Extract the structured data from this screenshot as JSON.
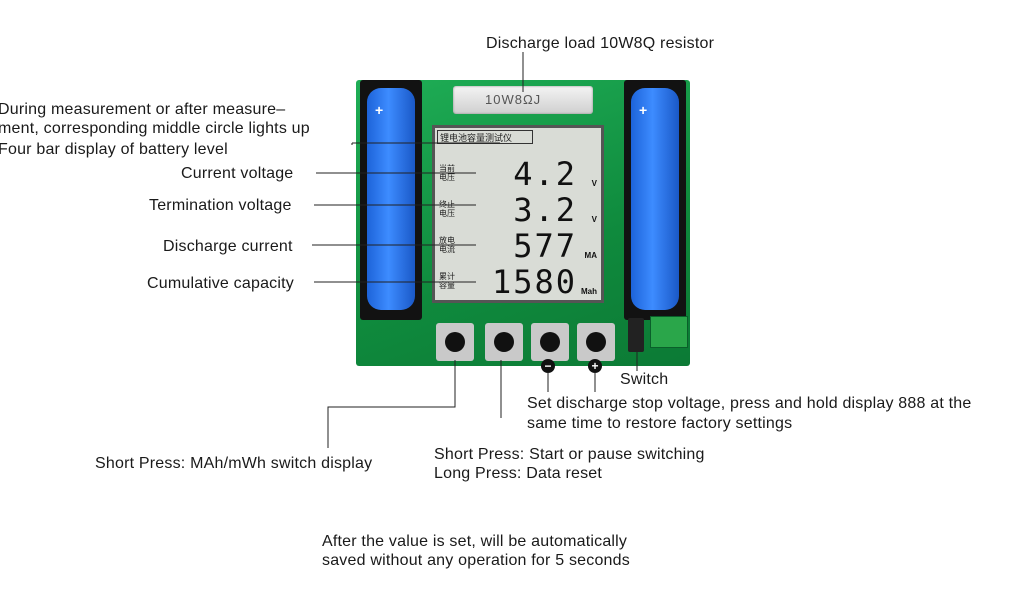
{
  "title_label": "Discharge load 10W8Q resistor",
  "resistor_marking": "10W8ΩJ",
  "lcd": {
    "header": "锂电池容量测试仪",
    "rows": [
      {
        "tag": "当前电压",
        "value": "4.2",
        "unit": "V"
      },
      {
        "tag": "终止电压",
        "value": "3.2",
        "unit": "V"
      },
      {
        "tag": "放电电流",
        "value": "577",
        "unit": "MA"
      },
      {
        "tag": "累计容量",
        "value": "1580",
        "unit": "Mah"
      }
    ]
  },
  "left_labels": {
    "measurement_line1": "During measurement or after measure–",
    "measurement_line2": "ment, corresponding middle circle lights up",
    "battery_bars": "Four bar display of battery level",
    "current_voltage": "Current voltage",
    "termination_voltage": "Termination voltage",
    "discharge_current": "Discharge current",
    "cumulative_capacity": "Cumulative capacity"
  },
  "switch_label": "Switch",
  "set_voltage_line1": "Set discharge stop voltage, press and hold display 888 at the",
  "set_voltage_line2": "same time to restore factory settings",
  "short_press_display": "Short Press: MAh/mWh switch display",
  "start_pause_line1": "Short Press: Start or pause switching",
  "start_pause_line2": "Long Press: Data reset",
  "autosave_line1": "After the value is set, will be automatically",
  "autosave_line2": "saved without any operation for 5 seconds",
  "button_signs": {
    "minus": "−",
    "plus": "+"
  },
  "colors": {
    "pcb": "#14994a",
    "battery": "#2f7cf0",
    "lcd": "#d9dcd6"
  }
}
